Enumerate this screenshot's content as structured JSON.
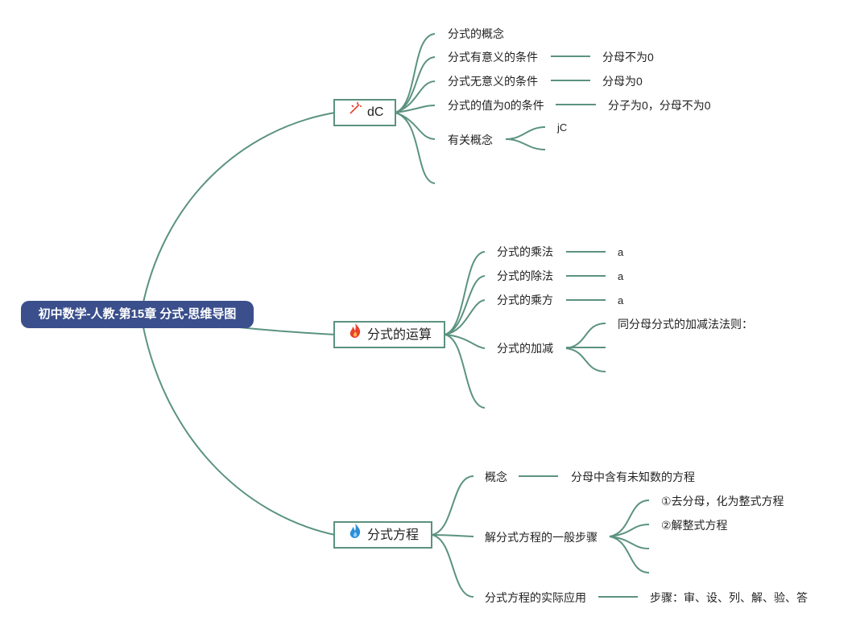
{
  "root": {
    "title": "初中数学-人教-第15章 分式-思维导图"
  },
  "branches": [
    {
      "title": "dC",
      "icon": "sparkle-icon",
      "children": [
        {
          "label": "分式的概念",
          "leaf": ""
        },
        {
          "label": "分式有意义的条件",
          "leaf": "分母不为0"
        },
        {
          "label": "分式无意义的条件",
          "leaf": "分母为0"
        },
        {
          "label": "分式的值为0的条件",
          "leaf": "分子为0，分母不为0"
        },
        {
          "label": "有关概念",
          "leaf": "jC"
        }
      ]
    },
    {
      "title": "分式的运算",
      "icon": "fire-icon",
      "children": [
        {
          "label": "分式的乘法",
          "leaf": "a"
        },
        {
          "label": "分式的除法",
          "leaf": "a"
        },
        {
          "label": "分式的乘方",
          "leaf": "a"
        },
        {
          "label": "分式的加减",
          "leaf": "同分母分式的加减法法则："
        }
      ]
    },
    {
      "title": "分式方程",
      "icon": "blue-flame-icon",
      "children": [
        {
          "label": "概念",
          "leaf": "分母中含有未知数的方程"
        },
        {
          "label": "解分式方程的一般步骤",
          "leaves": [
            "①去分母，化为整式方程",
            "②解整式方程"
          ]
        },
        {
          "label": "分式方程的实际应用",
          "leaf": "步骤：审、设、列、解、验、答"
        }
      ]
    }
  ],
  "colors": {
    "line": "#5b9280",
    "root_bg": "#3a4f8c",
    "fire": "#e8412c",
    "blue_flame": "#2c8fd6"
  }
}
